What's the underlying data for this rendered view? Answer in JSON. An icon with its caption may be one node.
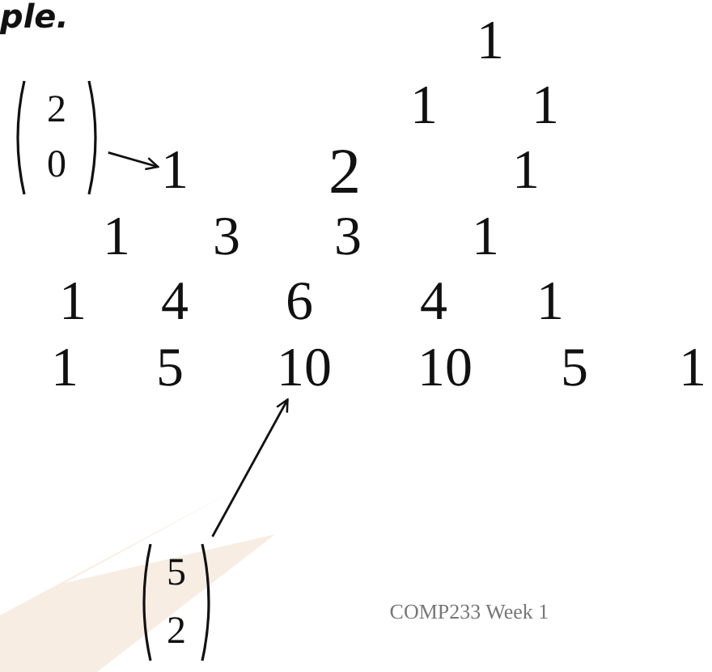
{
  "diagram": {
    "nodes": [
      {
        "text": [
          "2",
          "0"
        ]
      },
      {
        "text": [
          "1"
        ]
      },
      {
        "text": [
          "5",
          "2"
        ]
      },
      {
        "text": [
          "10"
        ]
      }
    ],
    "edges": [
      {
        "from": 0,
        "to": 1,
        "arrow": "to"
      },
      {
        "from": 2,
        "to": 3,
        "arrow": "to"
      }
    ],
    "labels": [
      "ple.",
      "1",
      "1",
      "1",
      "2",
      "1",
      "1",
      "3",
      "3",
      "1",
      "1",
      "4",
      "6",
      "4",
      "1",
      "1",
      "5",
      "10",
      "5",
      "1",
      "COMP233 Week 1"
    ]
  }
}
